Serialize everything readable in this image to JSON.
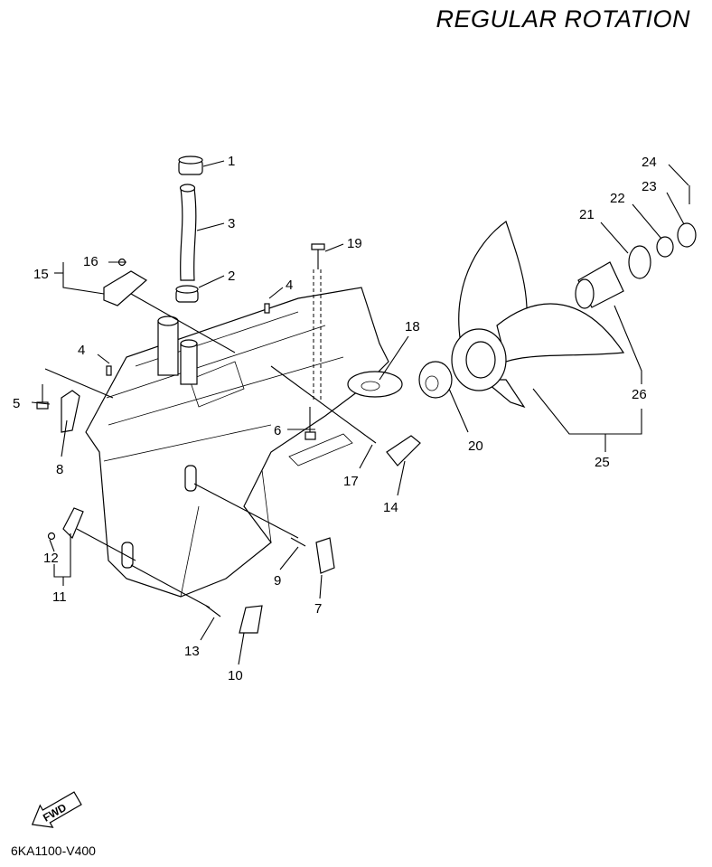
{
  "header": {
    "title": "REGULAR ROTATION"
  },
  "footer": {
    "diagram_code": "6KA1100-V400",
    "fwd_label": "FWD"
  },
  "callouts": [
    "1",
    "2",
    "3",
    "4",
    "4",
    "5",
    "6",
    "7",
    "8",
    "9",
    "10",
    "11",
    "12",
    "13",
    "14",
    "15",
    "16",
    "17",
    "18",
    "19",
    "20",
    "21",
    "22",
    "23",
    "24",
    "25",
    "26"
  ]
}
